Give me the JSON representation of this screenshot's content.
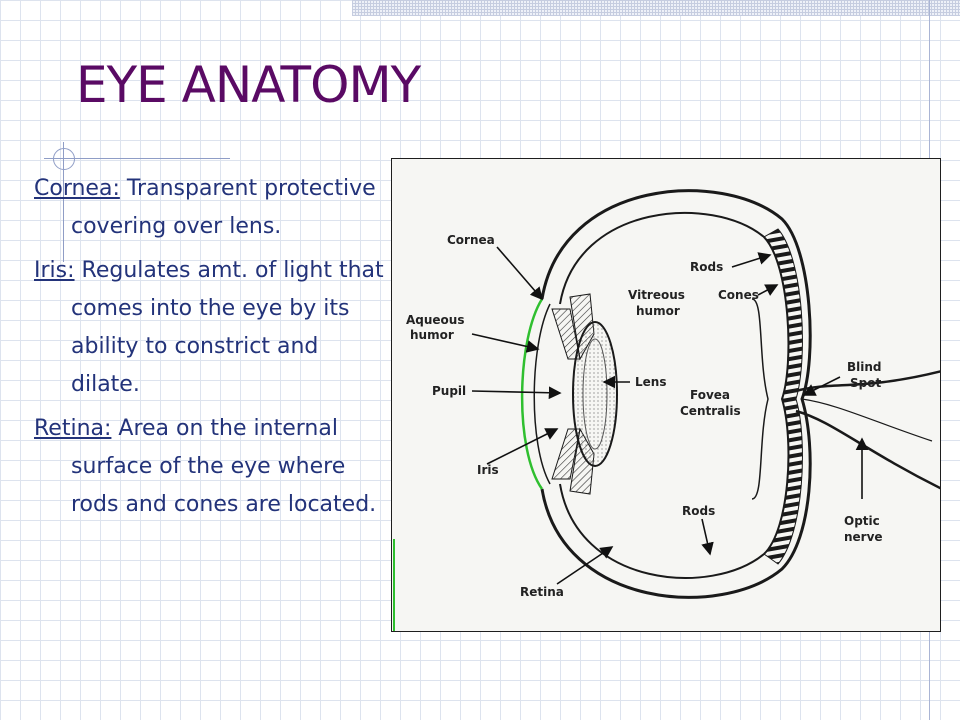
{
  "slide": {
    "title": "EYE ANATOMY",
    "entries": [
      {
        "term": "Cornea:",
        "text": " Transparent protective covering over lens."
      },
      {
        "term": "Iris:",
        "text": " Regulates amt. of light that comes into the eye by its ability to constrict and dilate."
      },
      {
        "term": "Retina:",
        "text": " Area on the internal surface of the eye where rods and cones are located."
      }
    ]
  },
  "figure": {
    "labels": {
      "cornea": "Cornea",
      "aqueous_1": "Aqueous",
      "aqueous_2": "humor",
      "pupil": "Pupil",
      "iris": "Iris",
      "lens": "Lens",
      "vitreous_1": "Vitreous",
      "vitreous_2": "humor",
      "rods_top": "Rods",
      "cones": "Cones",
      "fovea_1": "Fovea",
      "fovea_2": "Centralis",
      "rods_bottom": "Rods",
      "retina": "Retina",
      "blind_1": "Blind",
      "blind_2": "Spot",
      "optic_1": "Optic",
      "optic_2": "nerve"
    }
  },
  "colors": {
    "title": "#5a0a64",
    "text": "#23337a",
    "grid": "#dde3ee",
    "accent_line": "#8f9dc6"
  }
}
